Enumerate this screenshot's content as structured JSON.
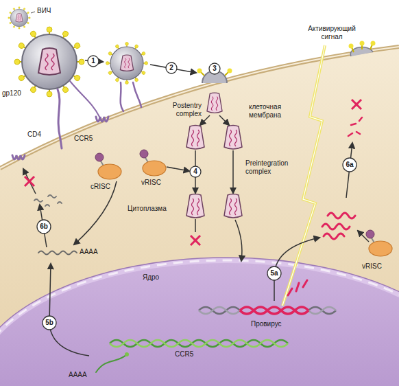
{
  "diagram": {
    "nodes": [
      {
        "text": [
          "Цитоплазма"
        ]
      },
      {
        "text": [
          "Ядро"
        ],
        "in": 0
      }
    ],
    "labels": [
      "ВИЧ",
      "gp120",
      "CD4",
      "CCR5",
      "1",
      "2",
      "3",
      "Postentry complex",
      "клеточная мембрана",
      "Активирующий сигнал",
      "vRISC",
      "cRISC",
      "4",
      "Preintegration complex",
      "6a",
      "6b",
      "5a",
      "5b",
      "AAAA",
      "vRISC",
      "Провирус",
      "CCR5",
      "AAAA"
    ]
  }
}
